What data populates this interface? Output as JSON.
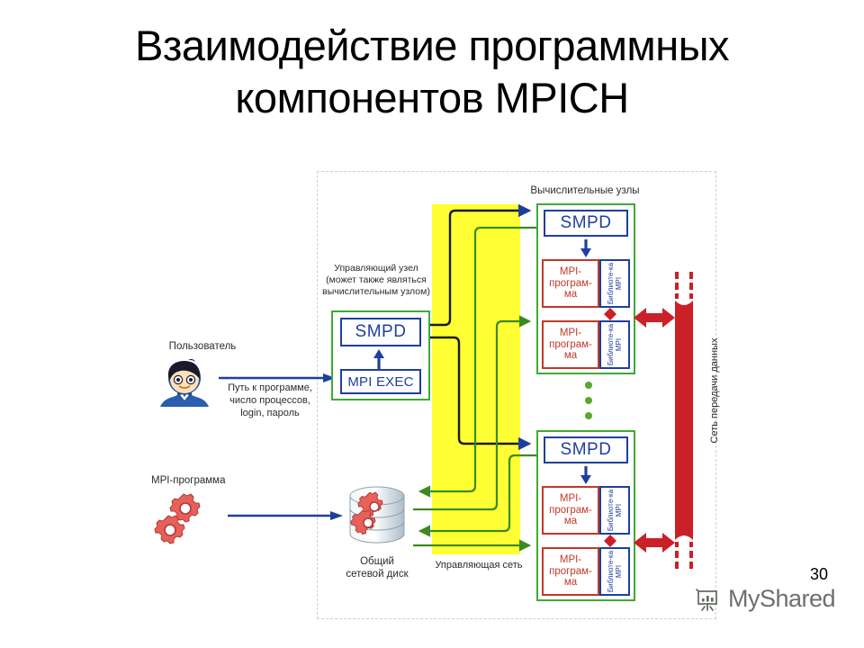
{
  "slide": {
    "title_line1": "Взаимодействие программных",
    "title_line2": "компонентов MPICH",
    "page_number": "30",
    "watermark": "MyShared"
  },
  "labels": {
    "user": "Пользователь",
    "user_arrow_line1": "Путь к программе,",
    "user_arrow_line2": "число процессов,",
    "user_arrow_line3": "login, пароль",
    "mpi_program_icon": "MPI-программа",
    "shared_disk_line1": "Общий",
    "shared_disk_line2": "сетевой диск",
    "control_network": "Управляющая сеть",
    "data_network": "Сеть передачи данных",
    "compute_nodes": "Вычислительные узлы",
    "control_node_line1": "Управляющий узел",
    "control_node_line2": "(может также являться",
    "control_node_line3": "вычислительным узлом)"
  },
  "control_node": {
    "smpd": "SMPD",
    "mpiexec": "MPI EXEC"
  },
  "compute_nodes": [
    {
      "smpd": "SMPD",
      "programs": [
        {
          "name_line1": "MPI-",
          "name_line2": "програм-",
          "name_line3": "ма",
          "library": "Библиоте-ка MPI"
        },
        {
          "name_line1": "MPI-",
          "name_line2": "програм-",
          "name_line3": "ма",
          "library": "Библиоте-ка MPI"
        }
      ]
    },
    {
      "smpd": "SMPD",
      "programs": [
        {
          "name_line1": "MPI-",
          "name_line2": "програм-",
          "name_line3": "ма",
          "library": "Библиоте-ка MPI"
        },
        {
          "name_line1": "MPI-",
          "name_line2": "програм-",
          "name_line3": "ма",
          "library": "Библиоте-ка MPI"
        }
      ]
    }
  ],
  "colors": {
    "control_network_band": "#ffff33",
    "node_border_green": "#3faa35",
    "smpd_blue": "#1f3f9e",
    "mpi_program_red": "#c0392b",
    "data_network_red": "#cb2027",
    "control_arrow_green": "#3c8a1e",
    "user_arrow_blue": "#1f3f9e",
    "dashed_frame": "#cfcfcf"
  },
  "icons": {
    "user": "user-avatar-icon",
    "gears": "gears-icon",
    "disk": "database-disk-icon",
    "watermark": "presentation-chart-icon"
  }
}
